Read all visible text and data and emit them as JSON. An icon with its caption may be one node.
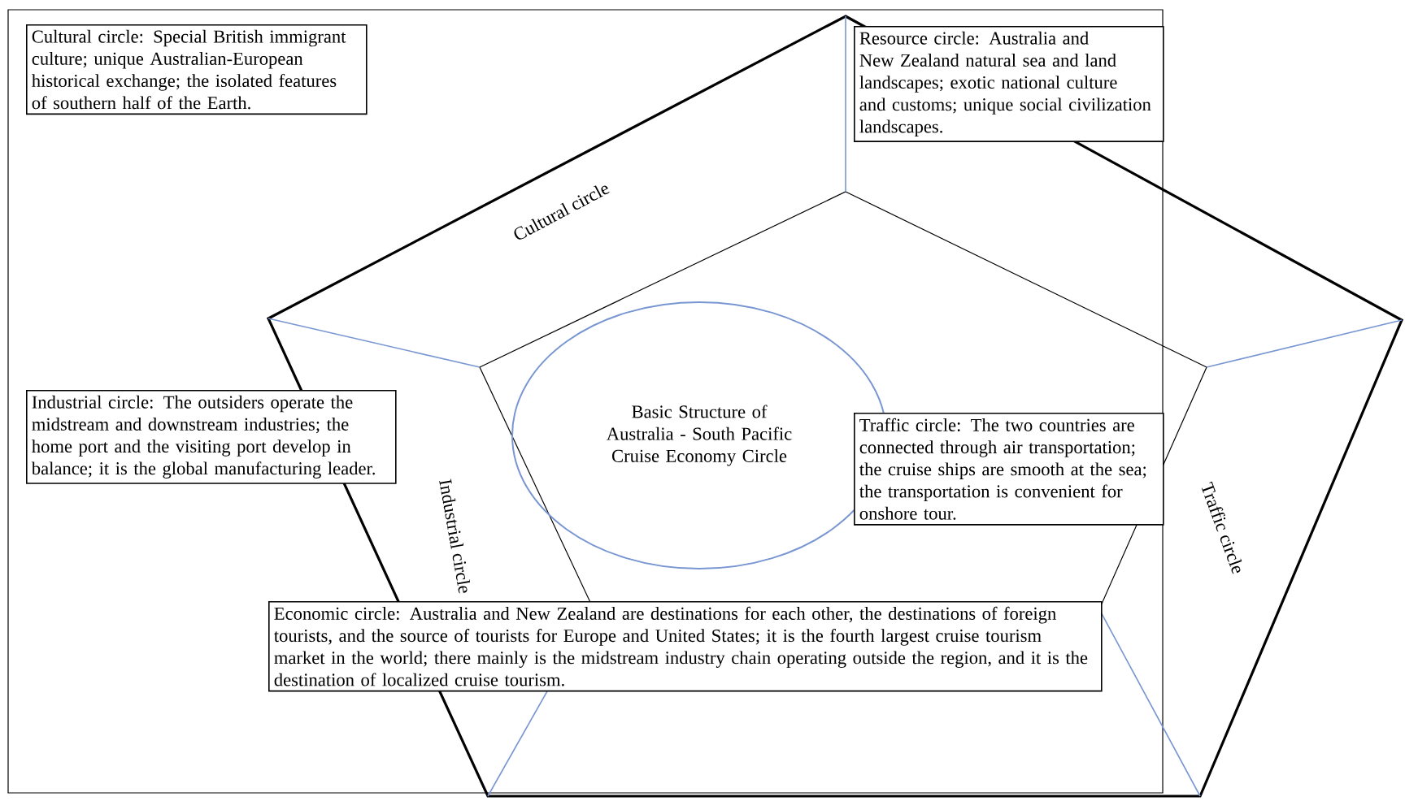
{
  "diagram": {
    "nodes": [
      {
        "text": [
          "Basic Structure of Australia - South Pacific Cruise Economy Circle"
        ]
      },
      {
        "text": [
          "Cultural circle: Special British immigrant culture; unique Australian-European historical exchange; the isolated features of southern half of the Earth."
        ]
      },
      {
        "text": [
          "Resource circle: Australia and New Zealand natural sea and land landscapes; exotic national culture and customs; unique social civilization landscapes."
        ]
      },
      {
        "text": [
          "Industrial circle: The outsiders operate the midstream and downstream industries; the home port and the visiting port develop in balance; it is the global manufacturing leader."
        ]
      },
      {
        "text": [
          "Traffic circle: The two countries are connected through air transportation; the cruise ships are smooth at the sea; the transportation is convenient for onshore tour."
        ]
      },
      {
        "text": [
          "Economic circle: Australia and New Zealand are destinations for each other, the destinations of foreign tourists, and the source of tourists for Europe and United States; it is the fourth largest cruise tourism market in the world; there mainly is the midstream industry chain operating outside the region, and it is the destination of localized cruise tourism."
        ]
      }
    ],
    "labels": [
      "Cultural circle",
      "Industrial circle",
      "Traffic circle"
    ]
  }
}
